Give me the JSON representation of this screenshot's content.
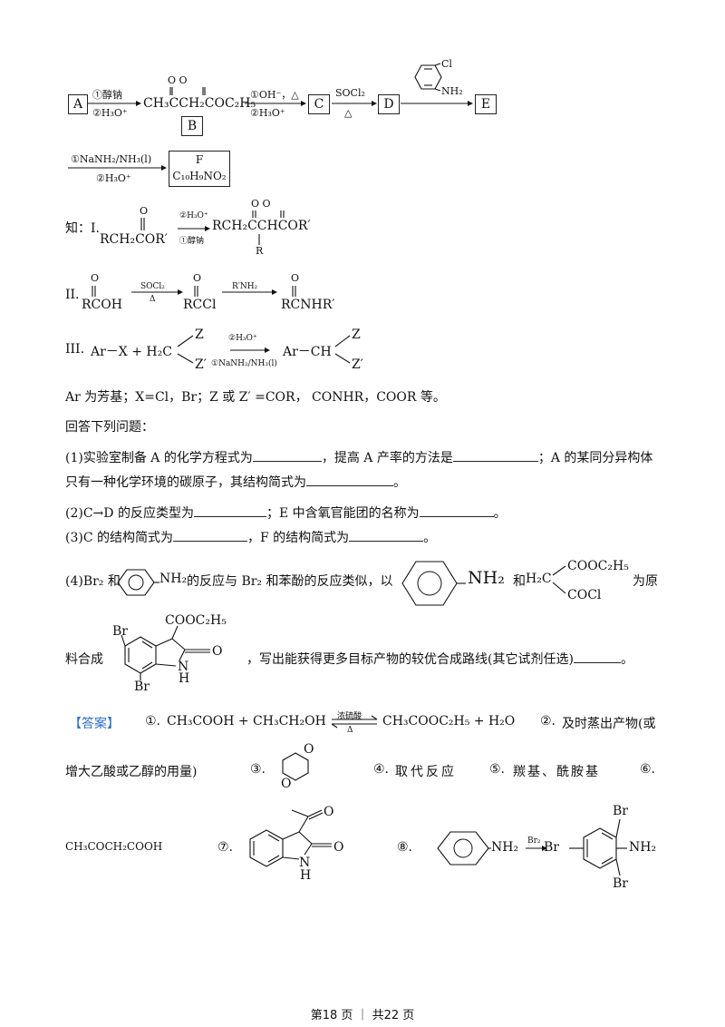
{
  "scheme": {
    "box_A": "A",
    "step1_top": "①醇钠",
    "step1_bottom": "②H₃O⁺",
    "B_co": "O    O",
    "B_formula": "CH₃CCH₂COC₂H₅",
    "box_B": "B",
    "step2_top": "①OH⁻，△",
    "step2_bottom": "②H₃O⁺",
    "box_C": "C",
    "step3_top": "SOCl₂",
    "step3_bottom": "△",
    "box_D": "D",
    "reagent_cl": "Cl",
    "reagent_nh2": "NH₂",
    "box_E": "E",
    "step5_top": "①NaNH₂/NH₃(l)",
    "step5_bottom": "②H₃O⁺",
    "box_F_label": "F",
    "box_F_formula": "C₁₀H₉NO₂"
  },
  "known": {
    "intro": "知：I.",
    "I_reactant": "RCH₂COR′",
    "I_o": "O",
    "I_top": "②H₃O⁺",
    "I_bottom": "①醇钠",
    "I_product": "RCH₂CCHCOR′",
    "I_product_o": "O    O",
    "I_product_r": "R",
    "II_label": "II.",
    "II_r1": "RCOH",
    "II_o": "O",
    "II_a1": "SOCl₂",
    "II_a1b": "Δ",
    "II_r2": "RCCl",
    "II_a2": "R′NH₂",
    "II_r3": "RCNHR′",
    "III_label": "III.",
    "III_left": "Ar－X + H₂C",
    "III_z": "Z",
    "III_z2": "Z′",
    "III_top": "②H₃O⁺",
    "III_bottom": "①NaNH₂/NH₃(l)",
    "III_right": "Ar－CH",
    "note": "Ar 为芳基；X=Cl，Br；Z 或 Z′ =COR， CONHR，COOR 等。"
  },
  "questions": {
    "intro": "回答下列问题：",
    "q1a": "(1)实验室制备 A 的化学方程式为",
    "q1b": "，提高 A 产率的方法是",
    "q1c": "；A 的某同分异构体",
    "q1d": "只有一种化学环境的碳原子，其结构简式为",
    "q1e": "。",
    "q2a": "(2)C→D 的反应类型为",
    "q2b": "；E 中含氧官能团的名称为",
    "q2c": "。",
    "q3a": "(3)C 的结构简式为",
    "q3b": "，F 的结构简式为",
    "q3c": "。",
    "q4a": "(4)Br₂ 和",
    "q4b": "NH₂",
    "q4c": "的反应与 Br₂ 和苯酚的反应类似，以",
    "q4d": "NH₂",
    "q4e": "和",
    "q4f": "H₂C",
    "q4g": "COOC₂H₅",
    "q4h": "COCl",
    "q4i": "为原",
    "q4j": "料合成",
    "q4k": "，写出能获得更多目标产物的较优合成路线(其它试剂任选)",
    "q4l": "。",
    "t_br1": "Br",
    "t_br2": "Br",
    "t_cooet": "COOC₂H₅",
    "t_o": "O",
    "t_n": "N",
    "t_h": "H"
  },
  "answer": {
    "tag": "【答案】",
    "a1_num": "①.",
    "a1_eq_left": "CH₃COOH + CH₃CH₂OH",
    "a1_cond_top": "浓硫酸",
    "a1_cond_bottom": "Δ",
    "a1_eq_right": "CH₃COOC₂H₅ + H₂O",
    "a2_num": "②.",
    "a2": "及时蒸出产物(或",
    "a2_cont": "增大乙酸或乙醇的用量)",
    "a3_num": "③.",
    "a3_o1": "O",
    "a3_o2": "O",
    "a4_num": "④.",
    "a4": "取代反应",
    "a5_num": "⑤.",
    "a5": "羰基、酰胺基",
    "a6_num": "⑥.",
    "a6": "CH₃COCH₂COOH",
    "a7_num": "⑦.",
    "a7_o1": "O",
    "a7_o2": "O",
    "a7_n": "N",
    "a7_h": "H",
    "a8_num": "⑧.",
    "a8_nh2": "NH₂",
    "a8_br2": "Br₂",
    "a8_br_top": "Br",
    "a8_br_left": "Br",
    "a8_nh2_p": "NH₂",
    "a8_br_bottom": "Br"
  },
  "footer": {
    "text": "第18 页 ｜ 共22 页"
  }
}
